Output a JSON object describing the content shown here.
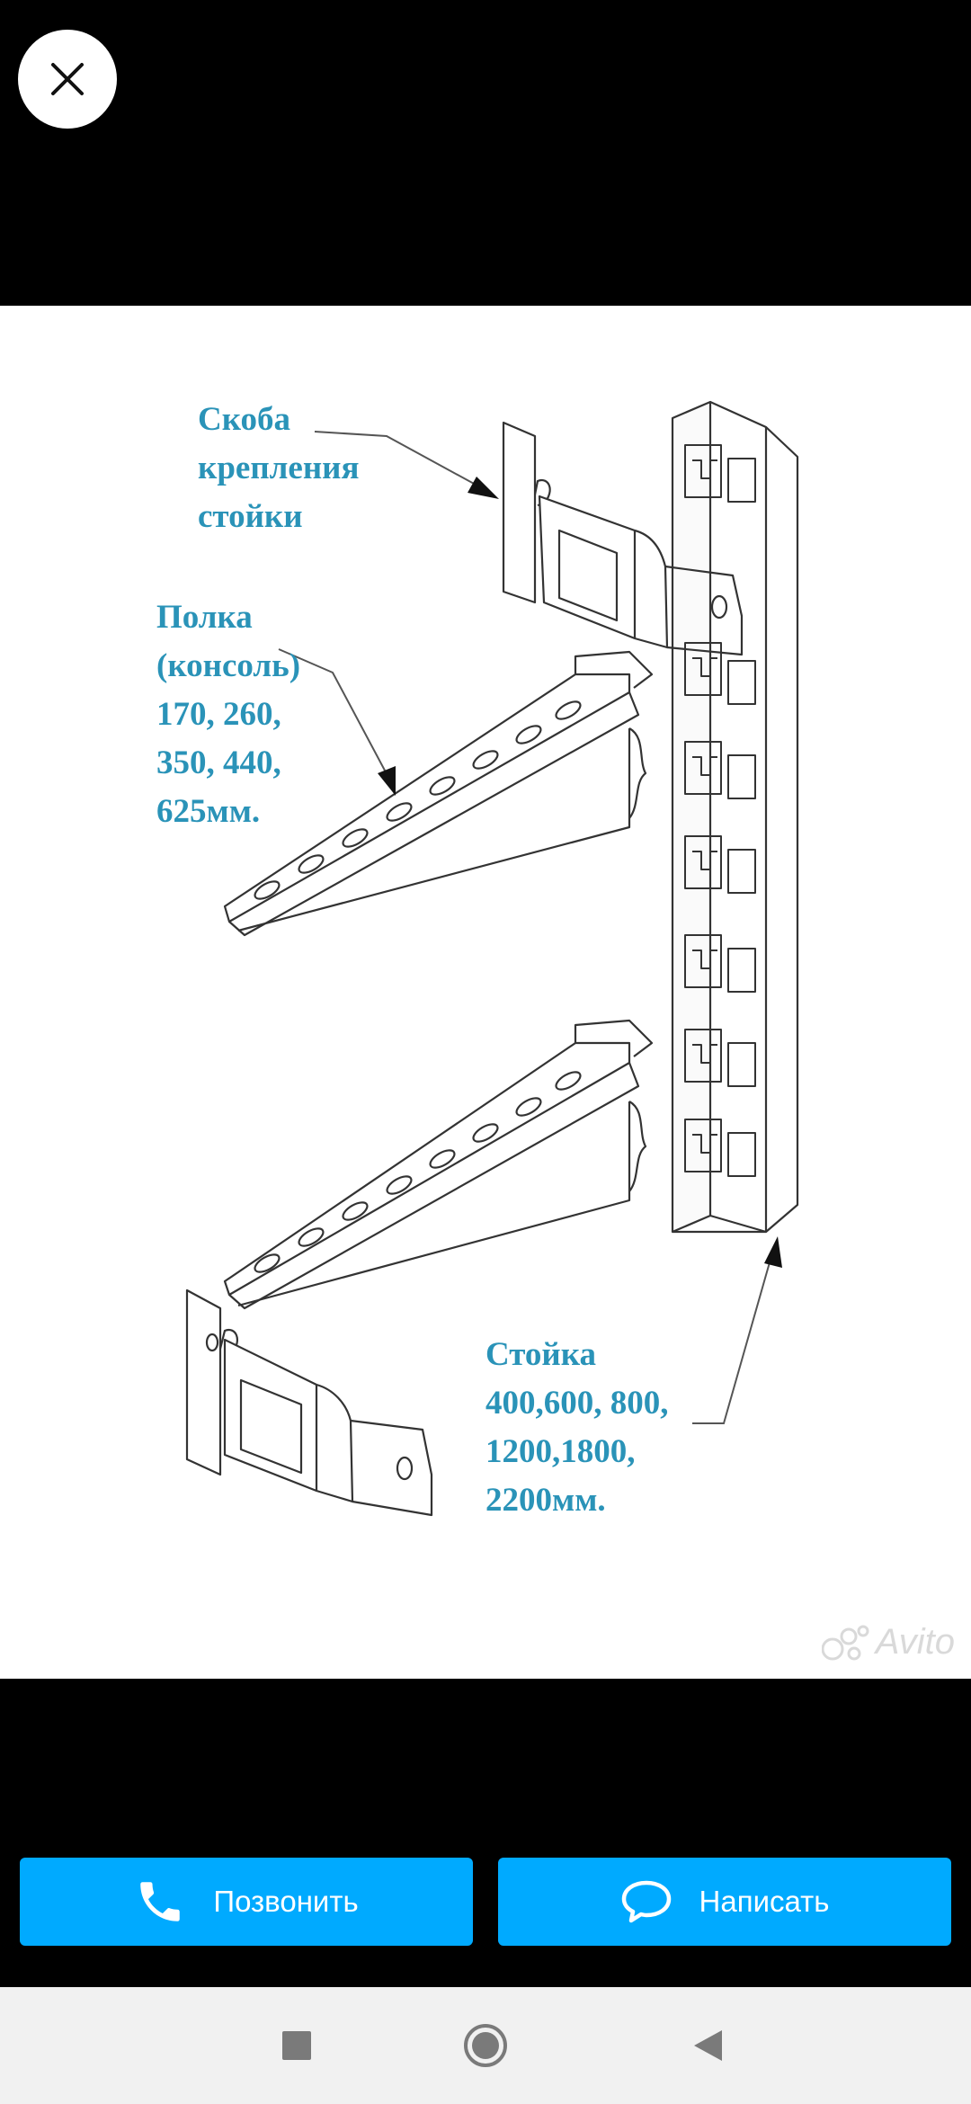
{
  "viewer": {
    "close_icon": "close-icon"
  },
  "image": {
    "labels": {
      "bracket": "Скоба\nкрепления\nстойки",
      "shelf": "Полка\n(консоль)\n170, 260,\n350, 440,\n625мм.",
      "post": "Стойка\n400,600, 800,\n1200,1800,\n2200мм."
    },
    "watermark": "Avito"
  },
  "actions": {
    "call_label": "Позвонить",
    "call_icon": "phone-icon",
    "message_label": "Написать",
    "message_icon": "chat-bubble-icon",
    "accent_color": "#00aaff"
  },
  "navigation": {
    "recents_icon": "square-icon",
    "home_icon": "circle-icon",
    "back_icon": "triangle-back-icon"
  }
}
